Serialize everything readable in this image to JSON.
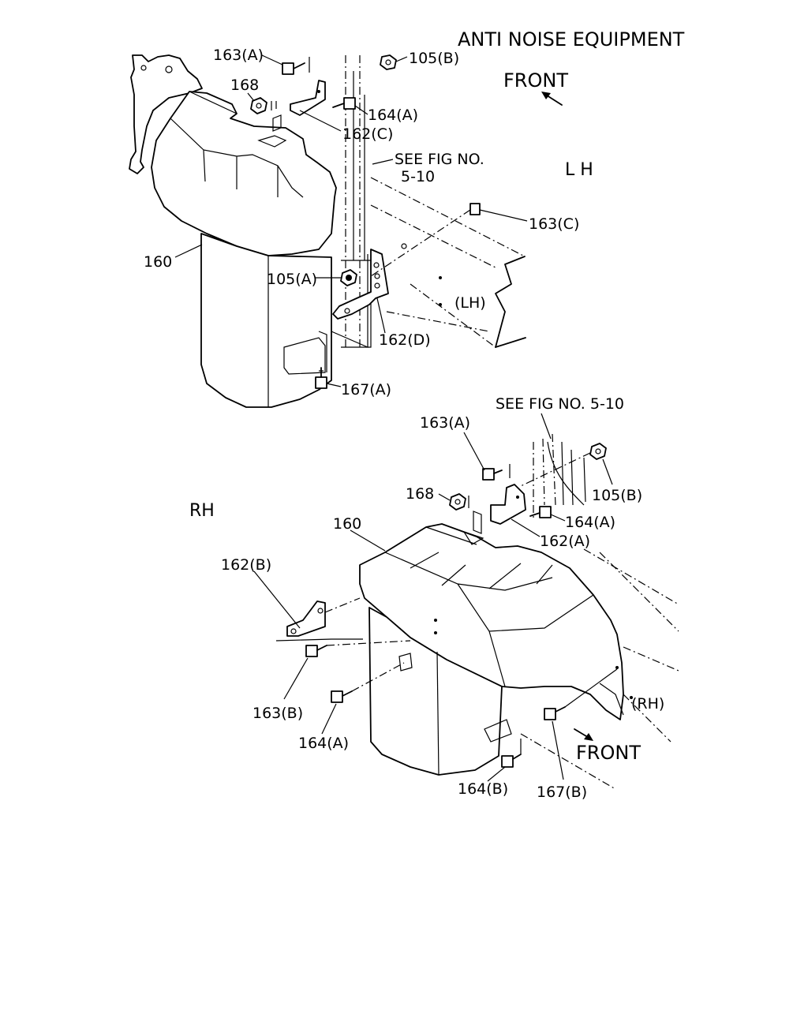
{
  "title": "ANTI NOISE EQUIPMENT",
  "front_top": "FRONT",
  "front_bottom": "FRONT",
  "side_lh": "L H",
  "side_rh": "RH",
  "see_fig_top_line1": "SEE FIG NO.",
  "see_fig_top_line2": "5-10",
  "see_fig_bottom": "SEE FIG NO. 5-10",
  "lh_callouts": {
    "p163a": "163(A)",
    "p105b": "105(B)",
    "p168": "168",
    "p164a": "164(A)",
    "p162c": "162(C)",
    "p163c": "163(C)",
    "p160": "160",
    "p105a": "105(A)",
    "p162d": "162(D)",
    "p167a": "167(A)",
    "lh_tag": "(LH)"
  },
  "rh_callouts": {
    "p163a": "163(A)",
    "p168": "168",
    "p105b": "105(B)",
    "p164a_top": "164(A)",
    "p162a": "162(A)",
    "p160": "160",
    "p162b": "162(B)",
    "p163b": "163(B)",
    "p164a_bottom": "164(A)",
    "p164b": "164(B)",
    "p167b": "167(B)",
    "rh_tag": "(RH)"
  }
}
